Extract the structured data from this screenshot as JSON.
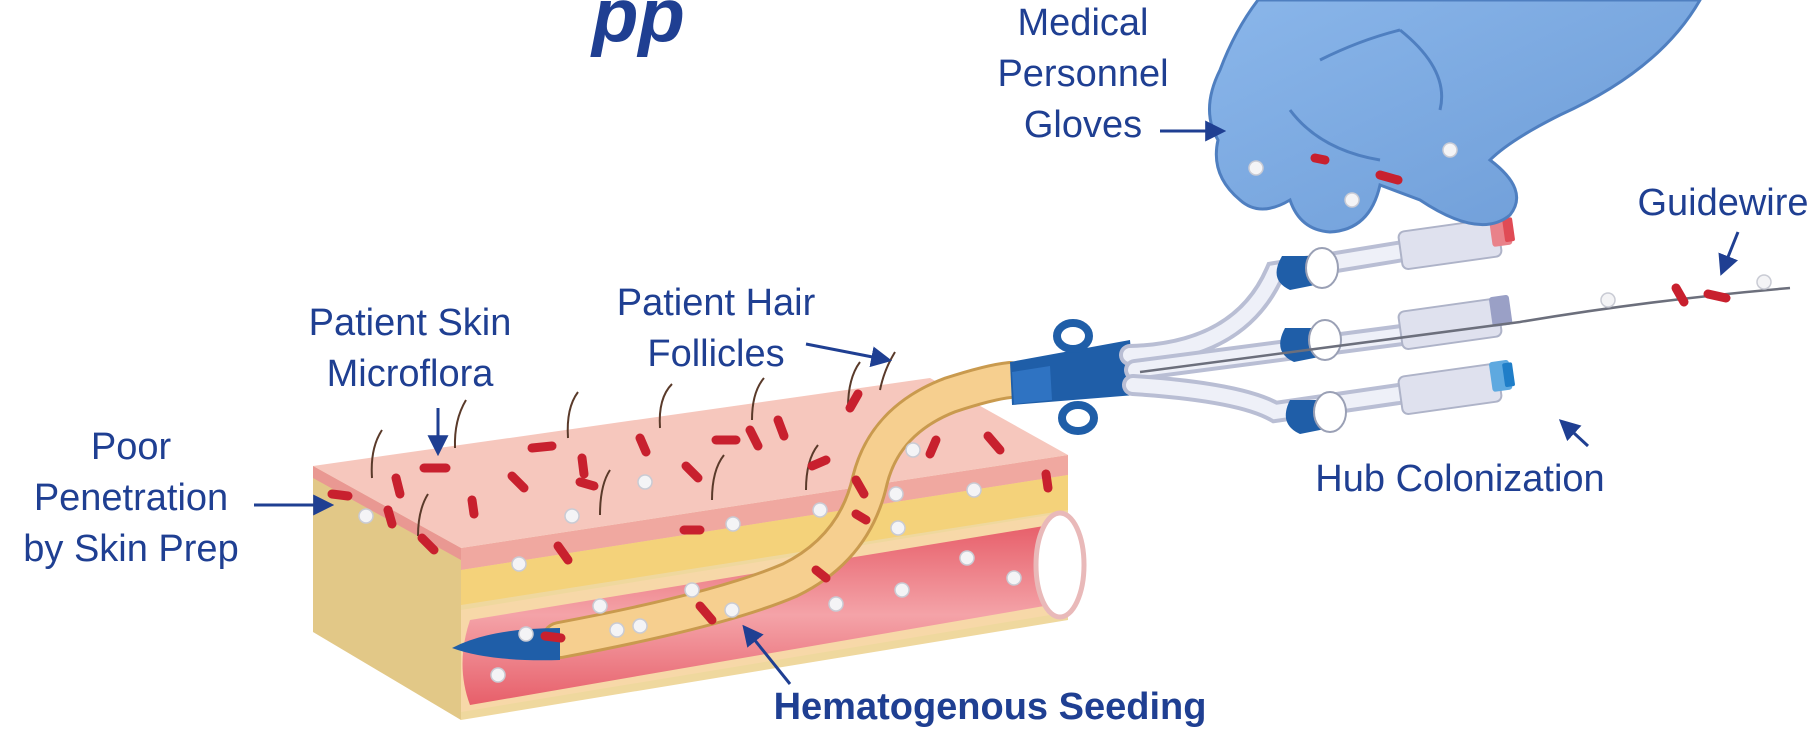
{
  "title_fragment": "pp",
  "labels": {
    "gloves": [
      "Medical",
      "Personnel",
      "Gloves"
    ],
    "guidewire": "Guidewire",
    "skin_microflora": [
      "Patient Skin",
      "Microflora"
    ],
    "hair_follicles": [
      "Patient Hair",
      "Follicles"
    ],
    "skin_prep": [
      "Poor",
      "Penetration",
      "by Skin Prep"
    ],
    "hub_colonization": "Hub Colonization",
    "hematogenous": "Hematogenous Seeding"
  },
  "colors": {
    "label_text": "#1f3f92",
    "arrow": "#1f3f92",
    "bacteria_red": "#c8202e",
    "glove_blue": "#7aa9e0",
    "skin_pink": "#f3b8ae",
    "fat_yellow": "#e8cf90",
    "vessel_red": "#e86b73",
    "catheter_tan": "#f6cf8f",
    "hub_blue": "#1f5ea8"
  }
}
